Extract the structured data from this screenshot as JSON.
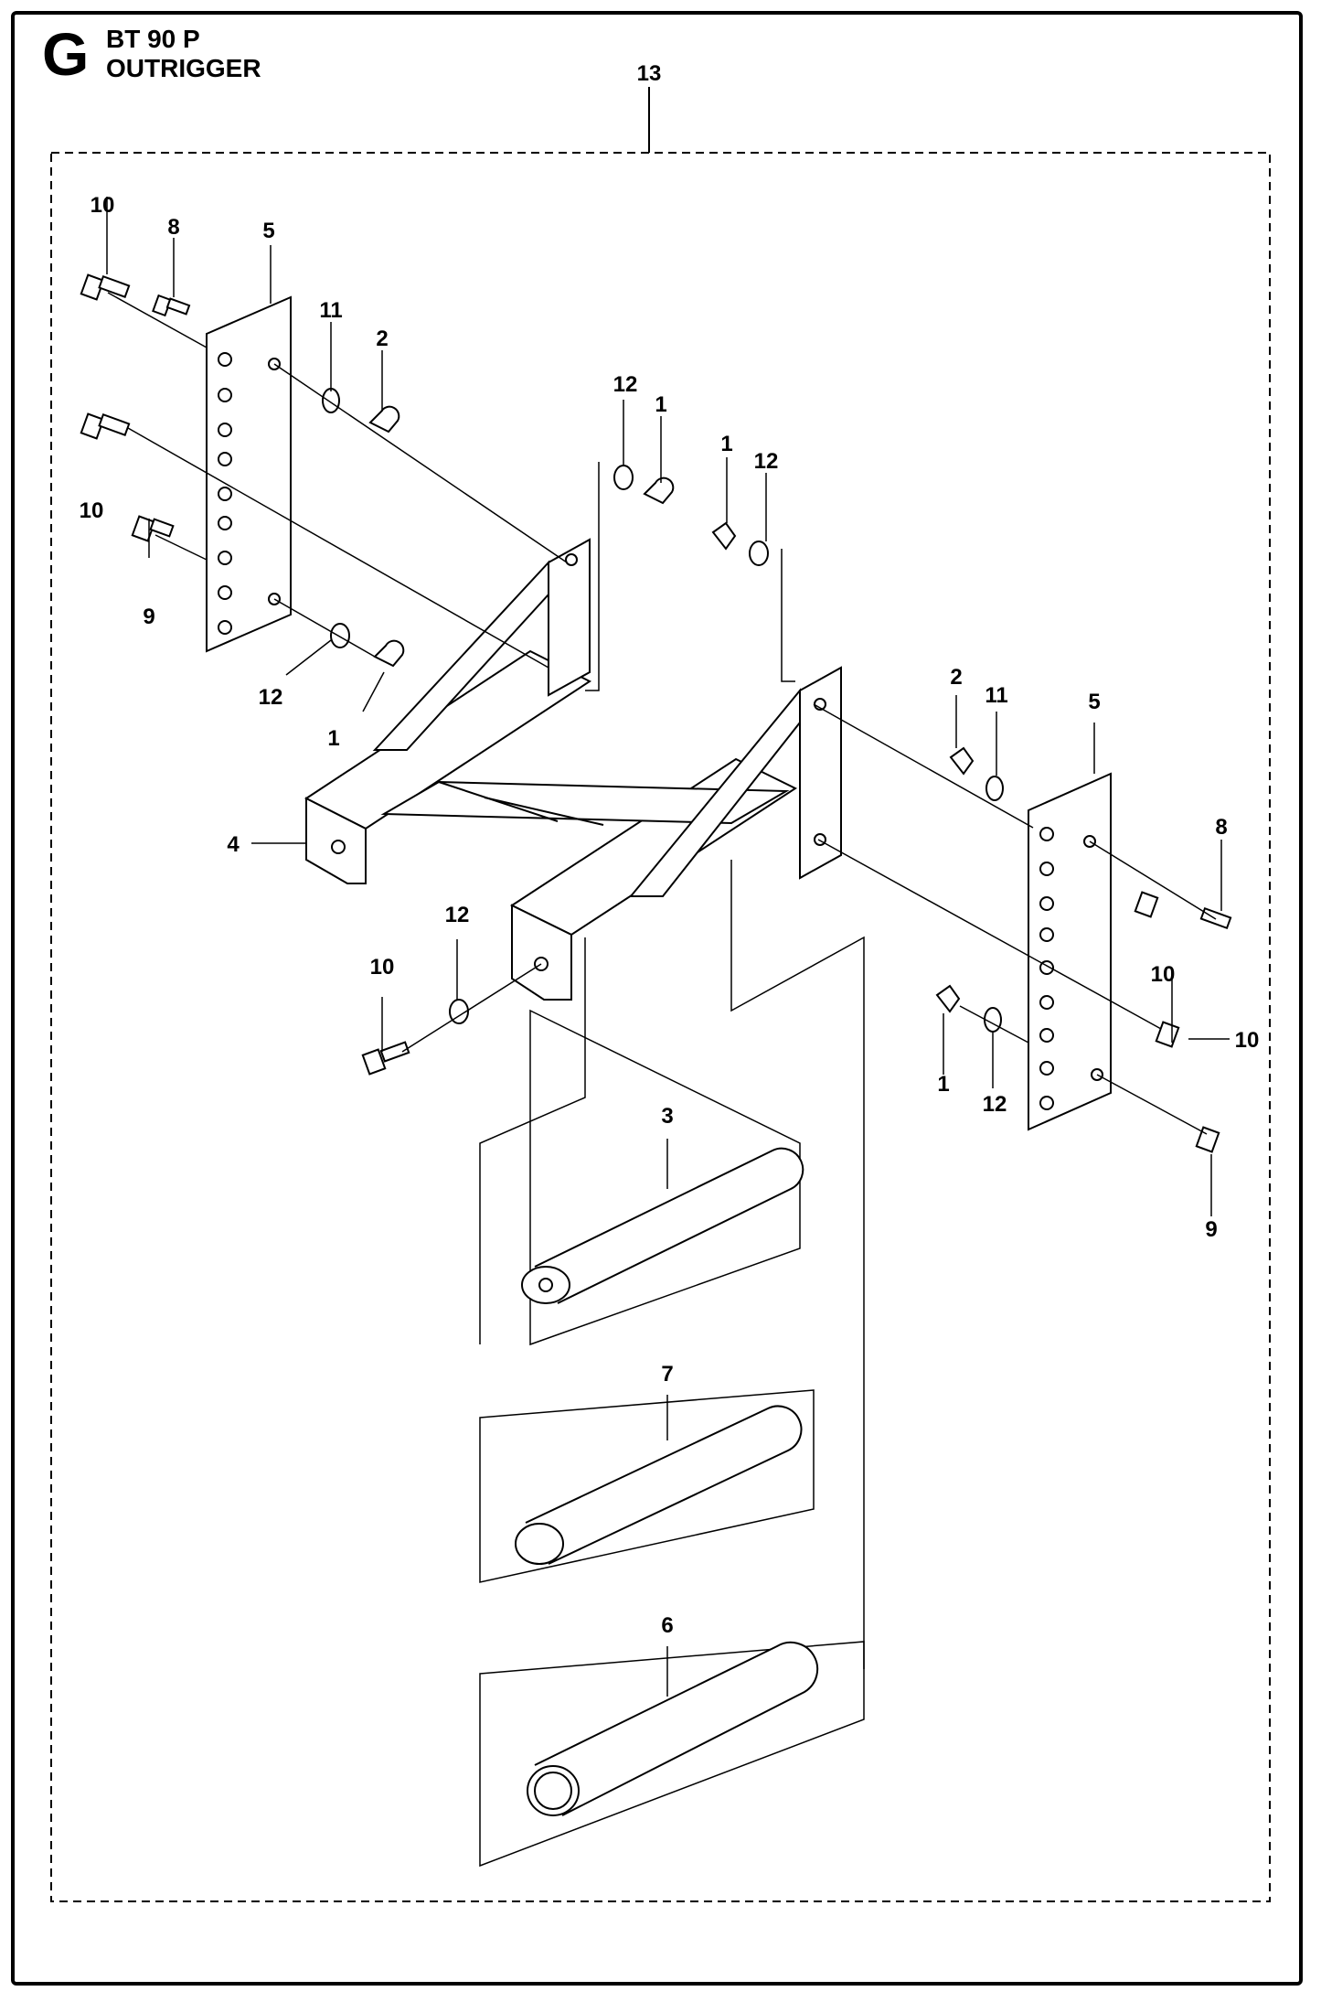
{
  "header": {
    "section_letter": "G",
    "model": "BT 90 P",
    "title": "OUTRIGGER"
  },
  "callouts": {
    "c13": "13",
    "c10a": "10",
    "c8a": "8",
    "c5a": "5",
    "c11a": "11",
    "c2a": "2",
    "c12a": "12",
    "c1a": "1",
    "c1b": "1",
    "c12b": "12",
    "c10b": "10",
    "c9a": "9",
    "c12c": "12",
    "c1c": "1",
    "c4": "4",
    "c2b": "2",
    "c11b": "11",
    "c5b": "5",
    "c8b": "8",
    "c10c": "10",
    "c10d": "10",
    "c12d": "12",
    "c10e": "10",
    "c1d": "1",
    "c12e": "12",
    "c9b": "9",
    "c3": "3",
    "c7": "7",
    "c6": "6"
  }
}
